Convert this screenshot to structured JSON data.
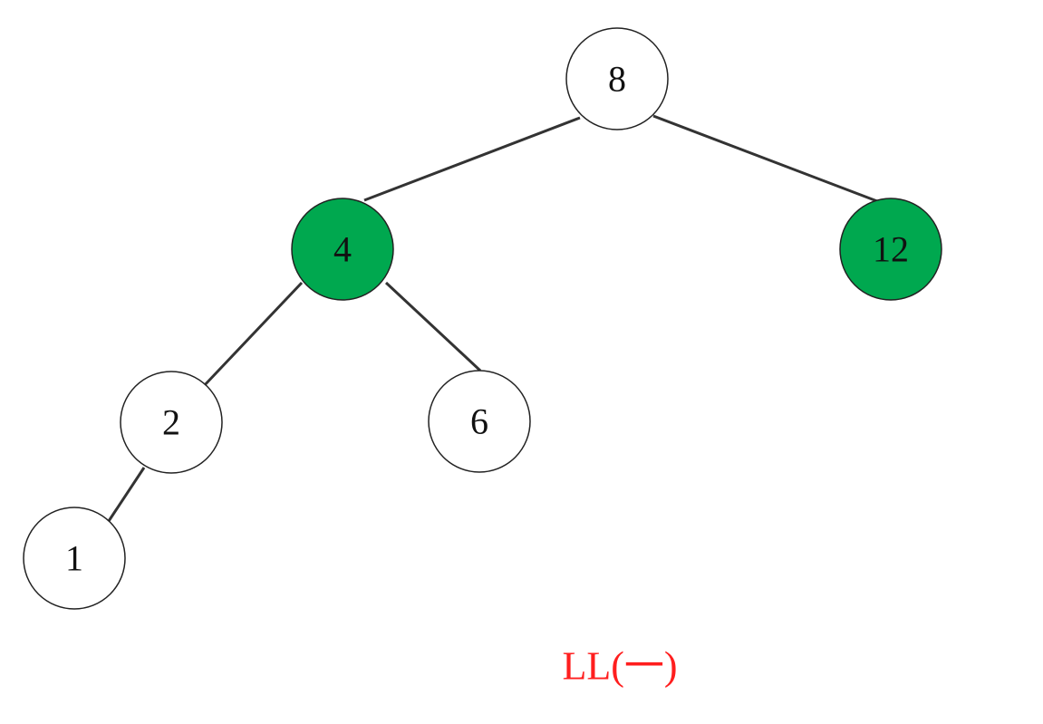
{
  "diagram": {
    "nodes": [
      {
        "id": "n8",
        "label": "8",
        "highlighted": false
      },
      {
        "id": "n4",
        "label": "4",
        "highlighted": true
      },
      {
        "id": "n12",
        "label": "12",
        "highlighted": true
      },
      {
        "id": "n2",
        "label": "2",
        "highlighted": false
      },
      {
        "id": "n6",
        "label": "6",
        "highlighted": false
      },
      {
        "id": "n1",
        "label": "1",
        "highlighted": false
      }
    ],
    "edges": [
      {
        "from": "8",
        "to": "4"
      },
      {
        "from": "8",
        "to": "12"
      },
      {
        "from": "4",
        "to": "2"
      },
      {
        "from": "4",
        "to": "6"
      },
      {
        "from": "2",
        "to": "1"
      }
    ],
    "caption": "LL(一)"
  },
  "colors": {
    "highlight_fill": "#00a84f",
    "node_fill": "#ffffff",
    "edge": "#333333",
    "outline": "#222222",
    "caption": "#ff1e1e"
  }
}
